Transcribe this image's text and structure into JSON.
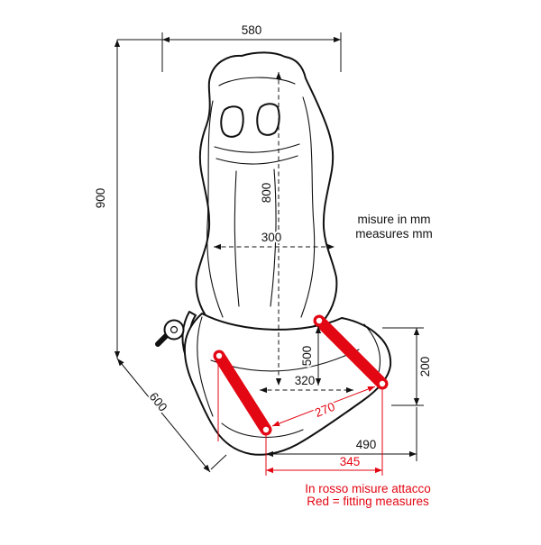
{
  "diagram": {
    "unit_note": {
      "line1": "misure in mm",
      "line2": "measures mm"
    },
    "fitting_note": {
      "line1": "In rosso misure attacco",
      "line2": "Red = fitting measures"
    },
    "dimensions": {
      "top_width": "580",
      "overall_height": "900",
      "backrest_height": "800",
      "backrest_width": "300",
      "seat_depth": "600",
      "rail_length": "500",
      "cushion_width": "320",
      "rail_spacing": "270",
      "rear_mount_height": "200",
      "base_length": "490",
      "fitting_span": "345"
    },
    "colors": {
      "line": "#111111",
      "fitting": "#e30613"
    }
  }
}
